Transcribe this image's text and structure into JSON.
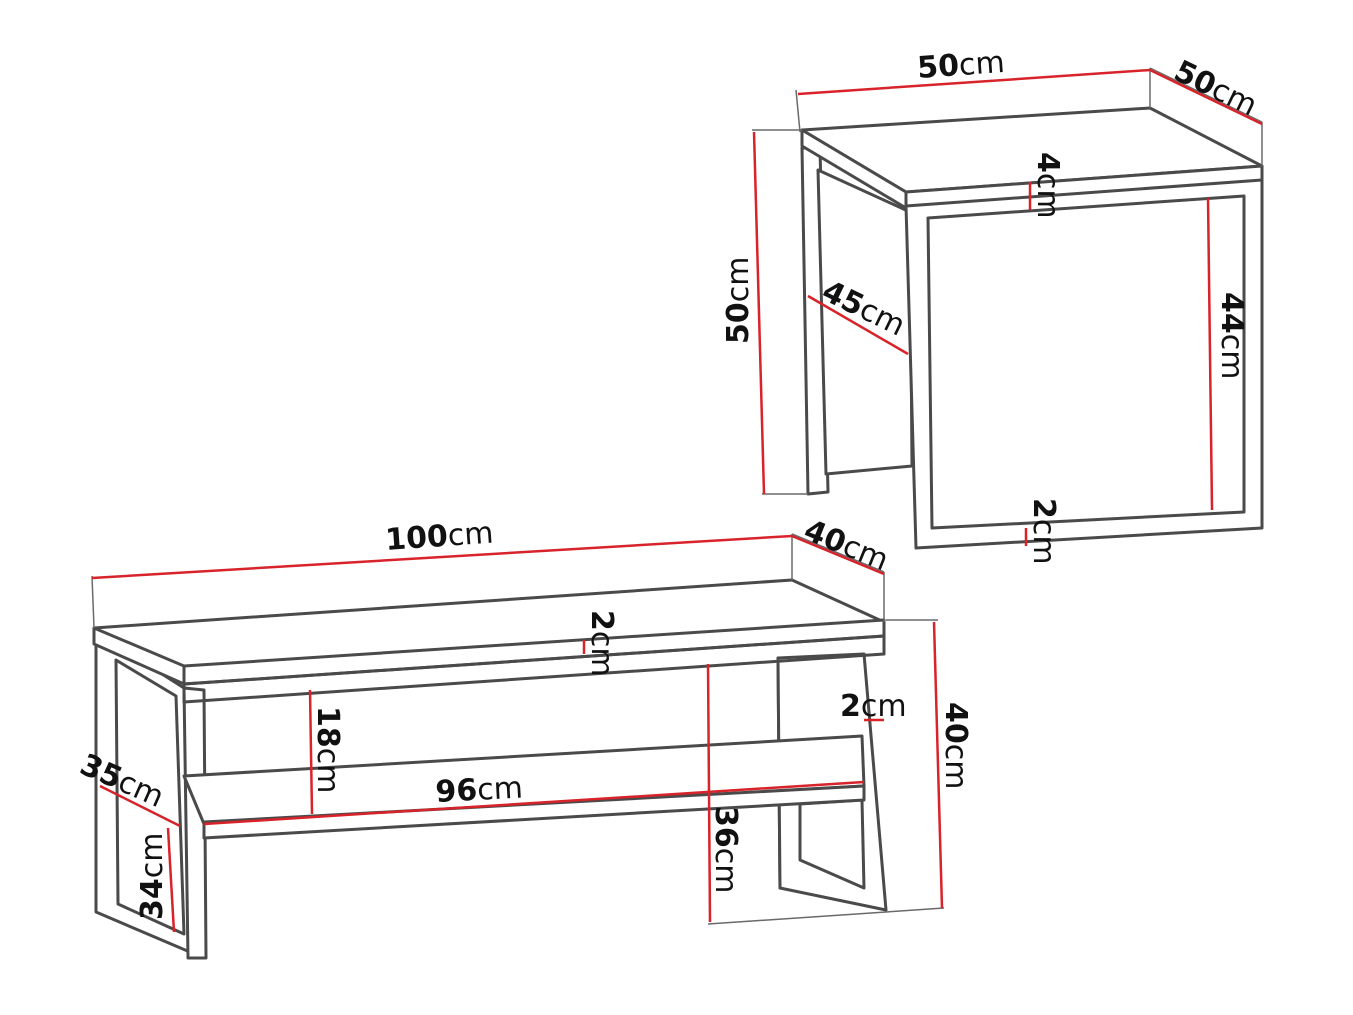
{
  "colors": {
    "frame_stroke": "#4a4a4a",
    "dimension_line": "#d8232a",
    "label_text": "#111111",
    "background": "#ffffff"
  },
  "unit": "cm",
  "side_table": {
    "width": {
      "value": "50",
      "unit": "cm"
    },
    "depth": {
      "value": "50",
      "unit": "cm"
    },
    "height": {
      "value": "50",
      "unit": "cm"
    },
    "top_thickness": {
      "value": "4",
      "unit": "cm"
    },
    "leg_diagonal": {
      "value": "45",
      "unit": "cm"
    },
    "leg_height": {
      "value": "44",
      "unit": "cm"
    },
    "frame_thickness": {
      "value": "2",
      "unit": "cm"
    }
  },
  "coffee_table": {
    "width": {
      "value": "100",
      "unit": "cm"
    },
    "depth": {
      "value": "40",
      "unit": "cm"
    },
    "height": {
      "value": "40",
      "unit": "cm"
    },
    "top_thickness": {
      "value": "2",
      "unit": "cm"
    },
    "frame_thickness": {
      "value": "2",
      "unit": "cm"
    },
    "shelf_gap": {
      "value": "18",
      "unit": "cm"
    },
    "inner_width": {
      "value": "96",
      "unit": "cm"
    },
    "shelf_depth": {
      "value": "35",
      "unit": "cm"
    },
    "shelf_side_height": {
      "value": "34",
      "unit": "cm"
    },
    "leg_height": {
      "value": "36",
      "unit": "cm"
    }
  }
}
